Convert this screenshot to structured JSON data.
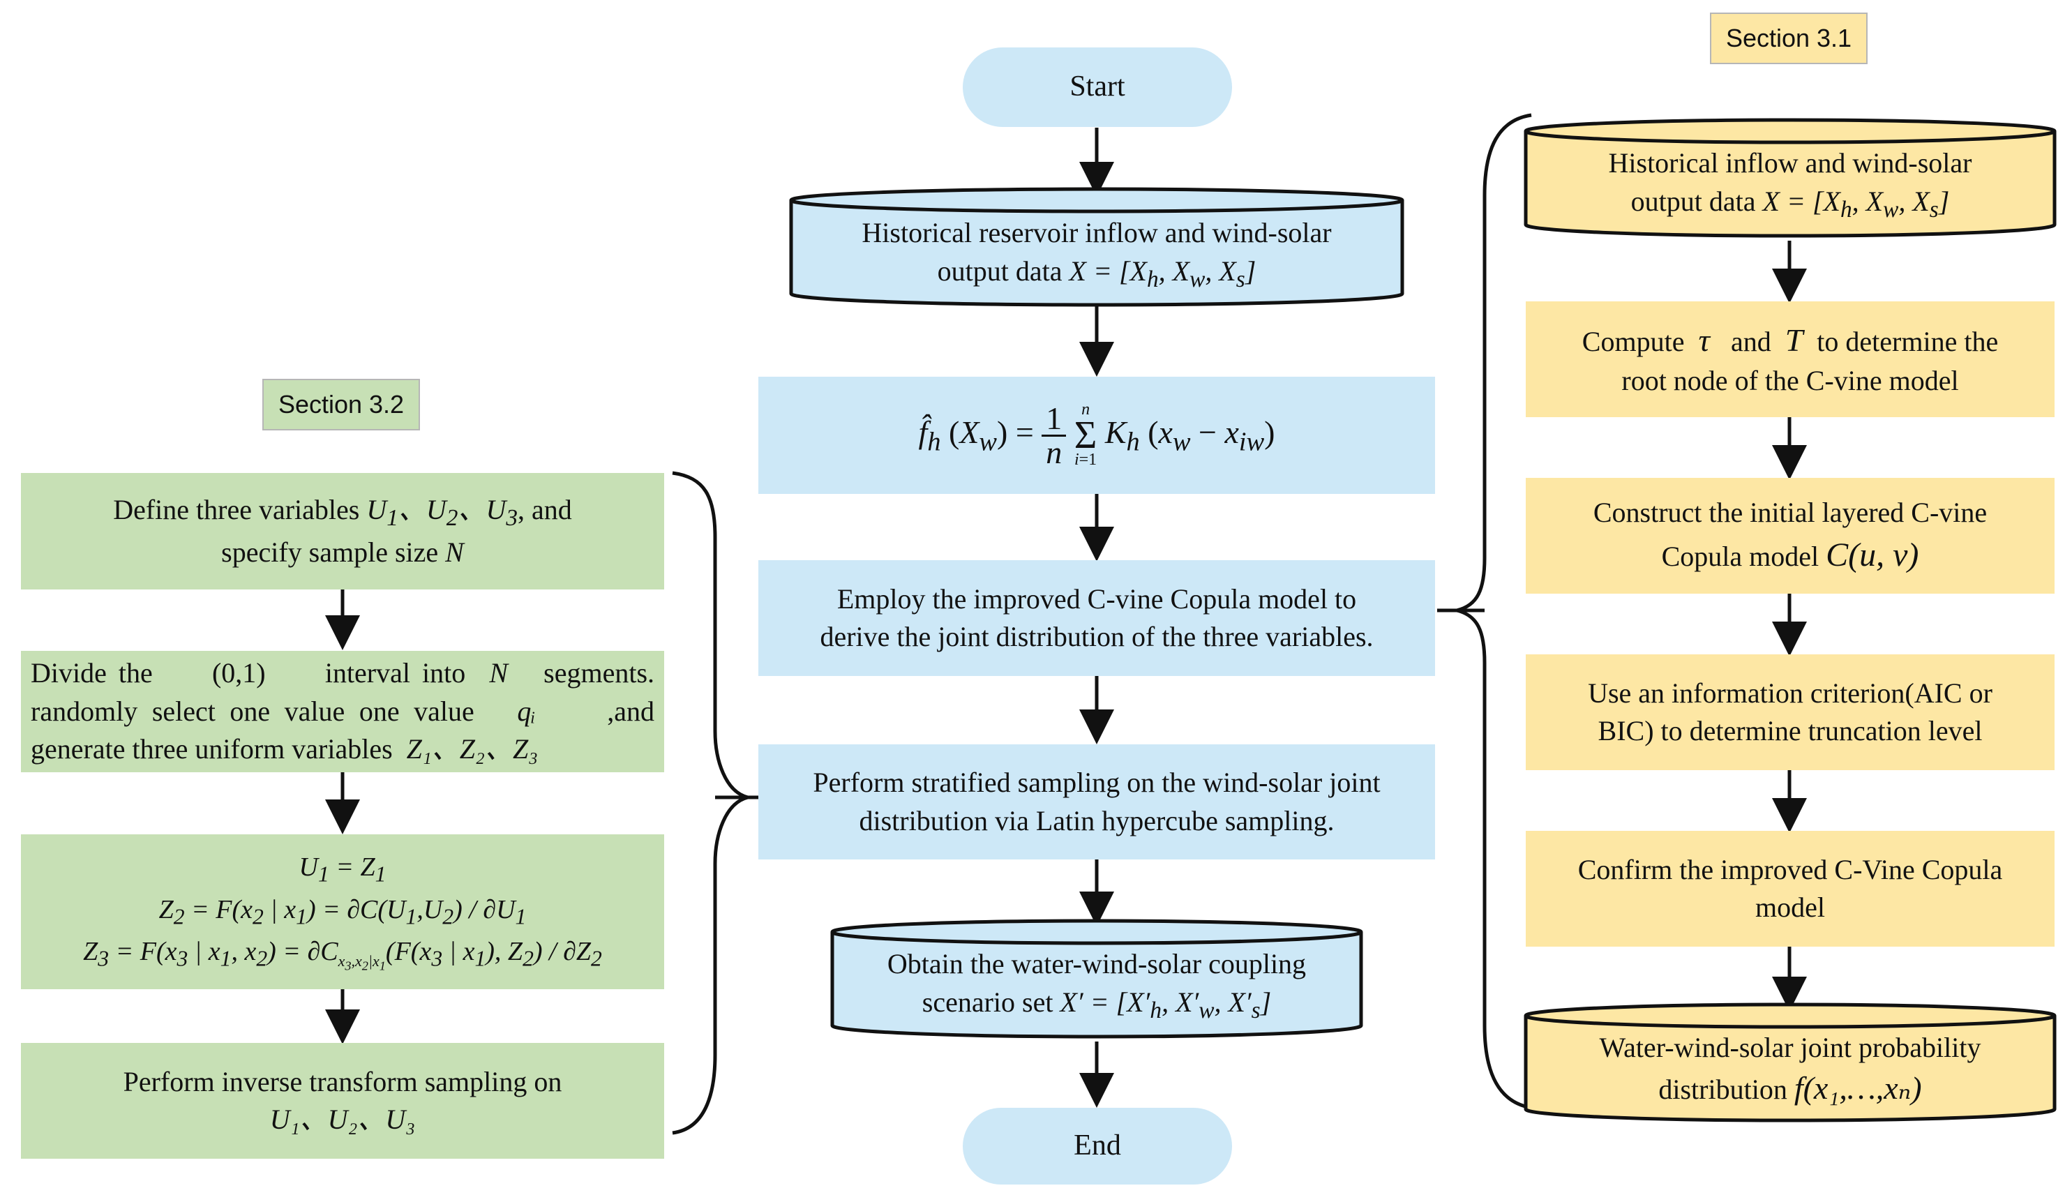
{
  "colors": {
    "blue": "#cde8f7",
    "green": "#c7e0b5",
    "yellow": "#fde7a4",
    "line": "#111111"
  },
  "tags": {
    "section_3_1": "Section 3.1",
    "section_3_2": "Section 3.2"
  },
  "center": {
    "start": "Start",
    "historical_data": {
      "line1": "Historical reservoir inflow and wind-solar",
      "line2_text": "output data",
      "formula": "X = [X_h, X_w, X_s]"
    },
    "kde_formula": "f̂_h(X_w) = (1/n) Σ_{i=1}^{n} K_h(x_w − x_iw)",
    "employ": {
      "line1": "Employ the improved C-vine Copula model to",
      "line2": "derive the joint distribution of the three variables."
    },
    "stratified": {
      "line1": "Perform stratified sampling on the wind-solar joint",
      "line2": "distribution via Latin hypercube sampling."
    },
    "scenario": {
      "line1": "Obtain the water-wind-solar coupling",
      "line2_text": "scenario set",
      "formula": "X′ = [X′_h, X′_w, X′_s]"
    },
    "end": "End"
  },
  "left": {
    "define": {
      "line1_text": "Define three variables",
      "vars": "U₁、U₂、U₃",
      "line1_suffix": ", and",
      "line2_text": "specify  sample size",
      "n": "N"
    },
    "divide": {
      "line1_a": "Divide the",
      "interval": "(0,1)",
      "line1_b": "interval into",
      "n": "N",
      "line1_c": "segments.",
      "line2_a": "randomly select one value one value",
      "qi": "qᵢ",
      "line2_b": ",and",
      "line3_a": "generate three uniform variables",
      "zvars": "Z₁、Z₂、Z₃"
    },
    "equations": {
      "eq1": "U₁ = Z₁",
      "eq2": "Z₂ = F(x₂ | x₁) = ∂C(U₁,U₂) / ∂U₁",
      "eq3": "Z₃ = F(x₃ | x₁, x₂) = ∂C_{x₃,x₂|x₁}(F(x₃ | x₁), Z₂) / ∂Z₂"
    },
    "inverse": {
      "line1": "Perform inverse transform sampling on",
      "vars": "U₁、U₂、U₃"
    }
  },
  "right": {
    "historical": {
      "line1": "Historical inflow and wind-solar",
      "line2_text": "output data",
      "formula": "X = [X_h, X_w, X_s]"
    },
    "compute": {
      "line1_a": "Compute",
      "tau": "τ",
      "line1_b": "and",
      "t": "T",
      "line1_c": "to determine the",
      "line2": "root node of the C-vine model"
    },
    "construct": {
      "line1": "Construct the initial layered C-vine",
      "line2_text": "Copula model",
      "formula": "C(u, v)"
    },
    "criterion": {
      "line1": "Use an information criterion(AIC or",
      "line2": "BIC) to determine  truncation level"
    },
    "confirm": {
      "line1": "Confirm the improved C-Vine Copula",
      "line2": "model"
    },
    "joint": {
      "line1": "Water-wind-solar joint probability",
      "line2_text": "distribution",
      "formula": "f(x₁,…,xₙ)"
    }
  }
}
